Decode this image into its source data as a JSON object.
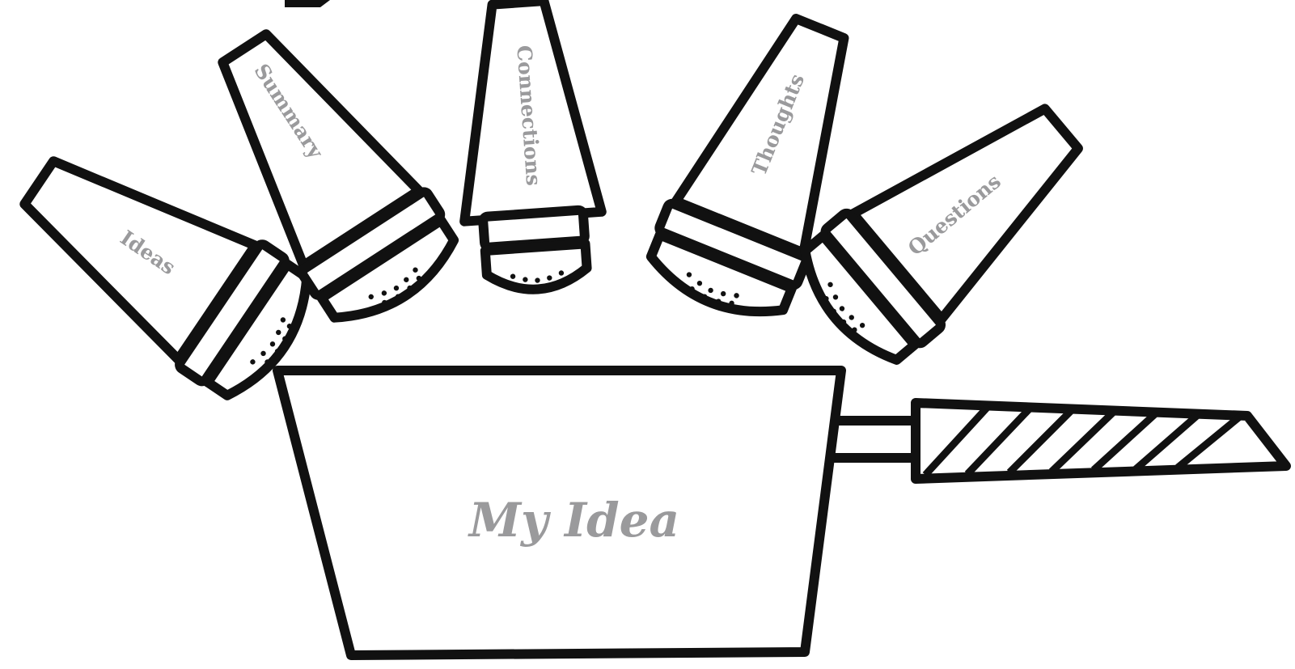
{
  "diagram": {
    "shakers": [
      {
        "label": "Ideas"
      },
      {
        "label": "Summary"
      },
      {
        "label": "Connections"
      },
      {
        "label": "Thoughts"
      },
      {
        "label": "Questions"
      }
    ],
    "pot": {
      "label": "My Idea"
    }
  },
  "colors": {
    "outline": "#111111",
    "label_text": "#9a9a9c",
    "background": "#ffffff"
  }
}
